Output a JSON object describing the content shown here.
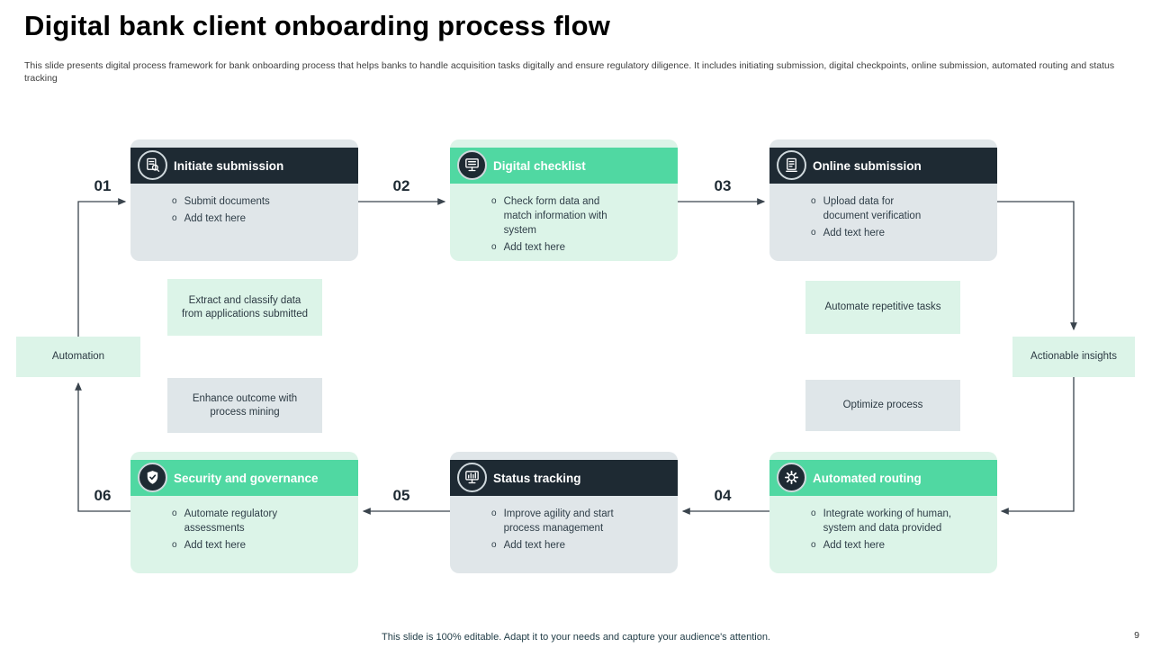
{
  "slide": {
    "title": "Digital bank client onboarding process flow",
    "subtitle": "This slide presents digital process framework for bank onboarding process that helps banks to handle acquisition tasks digitally and ensure regulatory diligence. It includes initiating submission, digital checkpoints, online submission, automated routing and status tracking",
    "footer": "This slide is 100% editable. Adapt it to your needs and capture your audience's attention.",
    "page_number": "9"
  },
  "colors": {
    "header_dark": "#1e2a33",
    "header_green": "#50d8a2",
    "body_mint": "#dcf4e8",
    "body_gray": "#e0e6e9",
    "connector": "#3a444d"
  },
  "steps": [
    {
      "number": "01",
      "title": "Initiate submission",
      "icon": "document-search-icon",
      "header": "dark",
      "body": "gray",
      "bullets": [
        "Submit documents",
        "Add text here"
      ]
    },
    {
      "number": "02",
      "title": "Digital checklist",
      "icon": "checklist-monitor-icon",
      "header": "green",
      "body": "mint",
      "bullets": [
        "Check form data and match information with system",
        "Add text here"
      ]
    },
    {
      "number": "03",
      "title": "Online submission",
      "icon": "online-document-icon",
      "header": "dark",
      "body": "gray",
      "bullets": [
        "Upload data for document verification",
        "Add text here"
      ]
    },
    {
      "number": "04",
      "title": "Automated routing",
      "icon": "automation-gear-icon",
      "header": "green",
      "body": "mint",
      "bullets": [
        "Integrate working of human, system and data provided",
        "Add text here"
      ]
    },
    {
      "number": "05",
      "title": "Status tracking",
      "icon": "monitor-chart-icon",
      "header": "dark",
      "body": "gray",
      "bullets": [
        "Improve agility and start process management",
        "Add text here"
      ]
    },
    {
      "number": "06",
      "title": "Security and governance",
      "icon": "shield-check-icon",
      "header": "green",
      "body": "mint",
      "bullets": [
        "Automate regulatory assessments",
        "Add text here"
      ]
    }
  ],
  "labels": {
    "extract": "Extract and classify data from applications submitted",
    "enhance": "Enhance outcome with process mining",
    "automate": "Automate repetitive tasks",
    "optimize": "Optimize process",
    "automation": "Automation",
    "actionable": "Actionable insights"
  }
}
